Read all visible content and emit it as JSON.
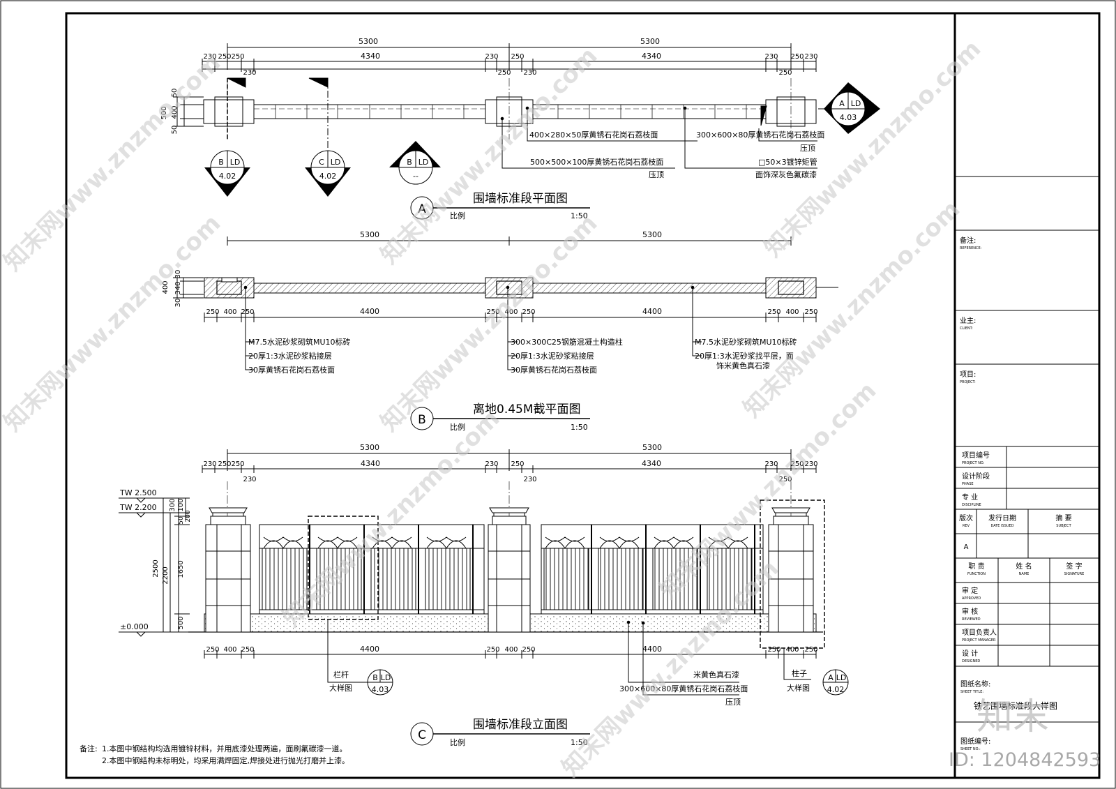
{
  "dims_top": {
    "overall": [
      "5300",
      "5300"
    ],
    "mid": [
      "4340",
      "4340"
    ],
    "row1_left": [
      "230",
      "250",
      "250"
    ],
    "row1_mid": [
      "230",
      "250"
    ],
    "row1_right": [
      "230",
      "250",
      "230"
    ],
    "row2": [
      "230",
      "250",
      "230",
      "250"
    ],
    "vert": [
      "500",
      "50",
      "400",
      "50"
    ]
  },
  "dims_b": {
    "overall": [
      "5300",
      "5300"
    ],
    "bottom_l": [
      "250",
      "400",
      "250"
    ],
    "bottom_mid": "4400",
    "bottom_m": [
      "250",
      "400",
      "250"
    ],
    "bottom_mid2": "4400",
    "bottom_r": [
      "250",
      "400",
      "250"
    ],
    "vert": [
      "400",
      "30",
      "340",
      "30"
    ]
  },
  "dims_c": {
    "overall": [
      "5300",
      "5300"
    ],
    "mid": [
      "4340",
      "4340"
    ],
    "row1_left": [
      "230",
      "250",
      "250"
    ],
    "row1_mid": [
      "230",
      "250"
    ],
    "row1_right": [
      "230",
      "250",
      "230"
    ],
    "row2": [
      "230",
      "230",
      "250"
    ],
    "bottom_l": [
      "250",
      "400",
      "250"
    ],
    "bottom_mid": "4400",
    "bottom_m": [
      "250",
      "400",
      "250"
    ],
    "bottom_mid2": "4400",
    "bottom_r": [
      "250",
      "400",
      "250"
    ],
    "vert_a": "2500",
    "vert_b": "2200",
    "vert_c": [
      "300",
      "100",
      "50",
      "200"
    ],
    "vert_d": [
      "1650",
      "500"
    ],
    "levels": [
      "TW 2.500",
      "TW 2.200",
      "±0.000"
    ]
  },
  "section_marks": {
    "A_LD": {
      "letter": "A",
      "code": "LD",
      "sheet": "4.03"
    },
    "B_LD": {
      "letter": "B",
      "code": "LD",
      "sheet": "4.02"
    },
    "C_LD": {
      "letter": "C",
      "code": "LD",
      "sheet": "4.02"
    },
    "B_dash": {
      "letter": "B",
      "code": "LD",
      "sheet": "--"
    },
    "rail": {
      "letter": "B",
      "code": "LD",
      "sheet": "4.03"
    },
    "pillar": {
      "letter": "A",
      "code": "LD",
      "sheet": "4.02"
    }
  },
  "notes_a": {
    "n1": "400×280×50厚黄锈石花岗石荔枝面",
    "n2": "500×500×100厚黄锈石花岗石荔枝面",
    "n2b": "压顶",
    "n3": "300×600×80厚黄锈石花岗石荔枝面",
    "n3b": "压顶",
    "n4": "□50×3镀锌矩管",
    "n4b": "面饰深灰色氟碳漆"
  },
  "notes_b": {
    "l1": "M7.5水泥砂浆砌筑MU10标砖",
    "l2": "20厚1:3水泥砂浆粘接层",
    "l3": "30厚黄锈石花岗石荔枝面",
    "m1": "300×300C25钢筋混凝土构造柱",
    "m2": "20厚1:3水泥砂浆粘接层",
    "m3": "30厚黄锈石花岗石荔枝面",
    "r1": "M7.5水泥砂浆砌筑MU10标砖",
    "r2": "20厚1:3水泥砂浆找平层，面",
    "r3": "饰米黄色真石漆"
  },
  "notes_c": {
    "rail1": "栏杆",
    "rail2": "大样图",
    "paint": "米黄色真石漆",
    "stone": "300×600×80厚黄锈石花岗石荔枝面",
    "stone2": "压顶",
    "pillar1": "柱子",
    "pillar2": "大样图"
  },
  "titles": {
    "a": {
      "mark": "A",
      "name": "围墙标准段平面图",
      "ratio_label": "比例",
      "ratio": "1:50"
    },
    "b": {
      "mark": "B",
      "name": "离地0.45M截平面图",
      "ratio_label": "比例",
      "ratio": "1:50"
    },
    "c": {
      "mark": "C",
      "name": "围墙标准段立面图",
      "ratio_label": "比例",
      "ratio": "1:50"
    }
  },
  "remarks": {
    "label": "备注:",
    "l1": "1.本图中钢结构均选用镀锌材料，并用底漆处理两遍，面刷氟碳漆一道。",
    "l2": "2.本图中钢结构未标明处，均采用满焊固定,焊接处进行抛光打磨并上漆。"
  },
  "title_block": {
    "reference": "备注:",
    "reference_en": "REFERENCE:",
    "client": "业主:",
    "client_en": "CLIENT:",
    "project": "项目:",
    "project_en": "PROJECT:",
    "project_no": "项目编号",
    "project_no_en": "PROJECT NO.",
    "phase": "设计阶段",
    "phase_en": "PHASE",
    "discipline": "专  业",
    "discipline_en": "DISCIPLINE",
    "rev": "版次",
    "rev_en": "REV",
    "date": "发行日期",
    "date_en": "DATE ISSUED",
    "subject": "摘  要",
    "subject_en": "SUBJECT",
    "rev_value": "A",
    "function": "职  责",
    "function_en": "FUNCTION",
    "name": "姓  名",
    "name_en": "NAME",
    "signature": "签  字",
    "signature_en": "SIGNATURE",
    "approved": "审  定",
    "approved_en": "APPROVED",
    "reviewed": "审  核",
    "reviewed_en": "REVIEWED",
    "pm": "项目负责人",
    "pm_en": "PROJECT MANAGER",
    "designed": "设  计",
    "designed_en": "DESIGNED",
    "sheet_title": "图纸名称:",
    "sheet_title_en": "SHEET TITLE:",
    "sheet_title_value": "铁艺围墙标准段大样图",
    "sheet_no": "图纸编号:",
    "sheet_no_en": "SHEET NO.:"
  },
  "watermark": {
    "text": "知末网www.znzmo.com",
    "logo": "知末",
    "id": "ID: 1204842593"
  }
}
